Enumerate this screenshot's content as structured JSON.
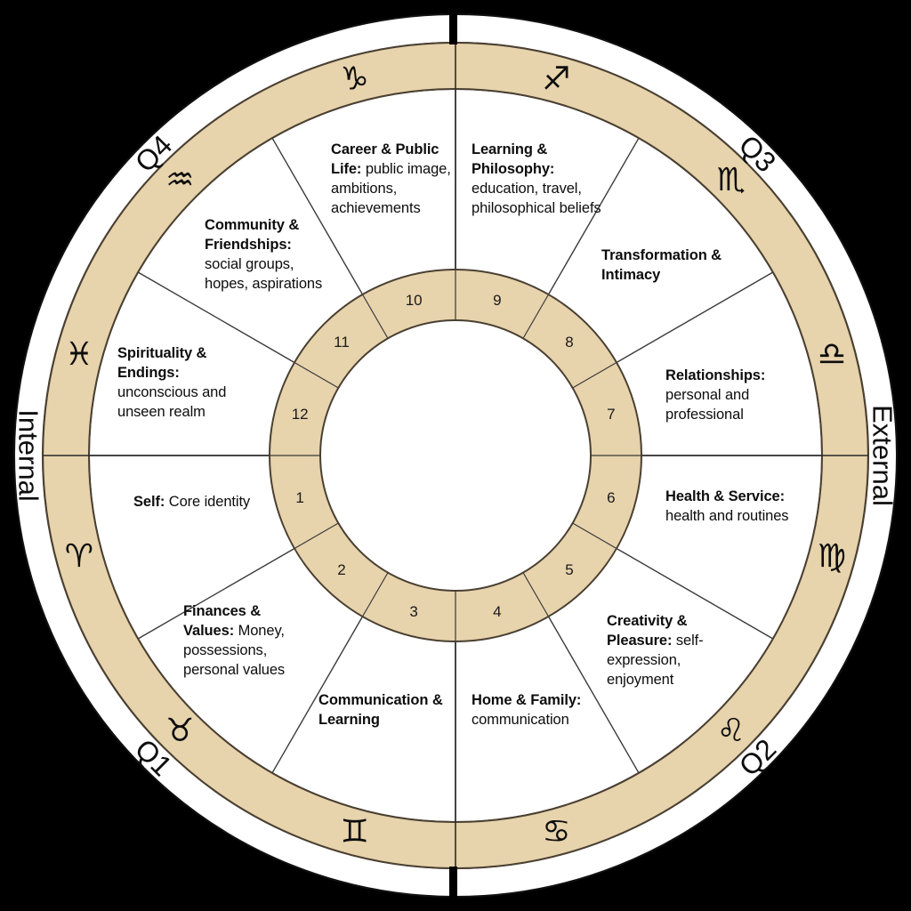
{
  "diagram": {
    "title": "Astrological Houses Wheel",
    "colors": {
      "ring_fill": "#E7D3AC",
      "ring_stroke": "#4a4032",
      "background": "#000000",
      "disc": "#FFFFFF",
      "line": "#3a3a3a",
      "text": "#0d0d0d"
    }
  },
  "axes": {
    "left_label": "Internal",
    "right_label": "External"
  },
  "quadrants": [
    {
      "id": "q1",
      "label": "Q1"
    },
    {
      "id": "q2",
      "label": "Q2"
    },
    {
      "id": "q3",
      "label": "Q3"
    },
    {
      "id": "q4",
      "label": "Q4"
    }
  ],
  "zodiac": [
    {
      "name": "capricorn",
      "glyph": "♑"
    },
    {
      "name": "aquarius",
      "glyph": "♒"
    },
    {
      "name": "pisces",
      "glyph": "♓"
    },
    {
      "name": "aries",
      "glyph": "♈"
    },
    {
      "name": "taurus",
      "glyph": "♉"
    },
    {
      "name": "gemini",
      "glyph": "♊"
    },
    {
      "name": "cancer",
      "glyph": "♋"
    },
    {
      "name": "leo",
      "glyph": "♌"
    },
    {
      "name": "virgo",
      "glyph": "♍"
    },
    {
      "name": "libra",
      "glyph": "♎"
    },
    {
      "name": "scorpio",
      "glyph": "♏"
    },
    {
      "name": "sagittarius",
      "glyph": "♐"
    }
  ],
  "house_numbers": [
    "1",
    "2",
    "3",
    "4",
    "5",
    "6",
    "7",
    "8",
    "9",
    "10",
    "11",
    "12"
  ],
  "houses": [
    {
      "num": "1",
      "title": "Self:",
      "body": "Core identity"
    },
    {
      "num": "2",
      "title": "Finances & Values:",
      "body": "Money, possessions, personal values"
    },
    {
      "num": "3",
      "title": "Communication & Learning",
      "body": ""
    },
    {
      "num": "4",
      "title": "Home & Family:",
      "body": "communication"
    },
    {
      "num": "5",
      "title": "Creativity & Pleasure:",
      "body": "self-expression, enjoyment"
    },
    {
      "num": "6",
      "title": "Health & Service:",
      "body": "health and routines"
    },
    {
      "num": "7",
      "title": "Relationships:",
      "body": "personal and professional"
    },
    {
      "num": "8",
      "title": "Transformation & Intimacy",
      "body": ""
    },
    {
      "num": "9",
      "title": "Learning & Philosophy:",
      "body": "education, travel, philosophical beliefs"
    },
    {
      "num": "10",
      "title": "Career & Public Life:",
      "body": "public image, ambitions, achievements"
    },
    {
      "num": "11",
      "title": "Community & Friendships:",
      "body": "social groups, hopes, aspirations"
    },
    {
      "num": "12",
      "title": "Spirituality & Endings:",
      "body": "unconscious and unseen realm"
    }
  ]
}
